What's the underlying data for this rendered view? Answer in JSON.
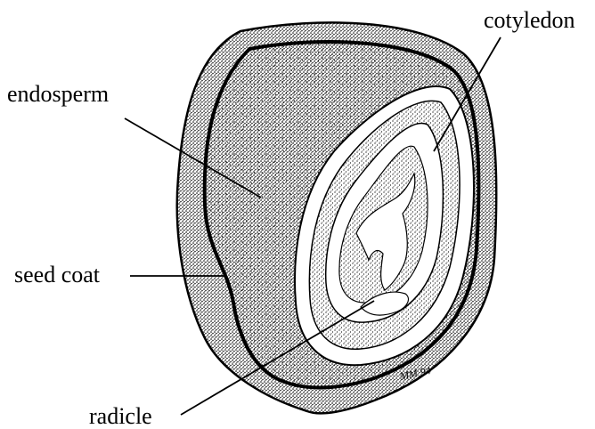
{
  "labels": {
    "cotyledon": "cotyledon",
    "endosperm": "endosperm",
    "seed_coat": "seed coat",
    "radicle": "radicle"
  },
  "signature": "MM 94",
  "colors": {
    "ink": "#000000",
    "paper": "#ffffff"
  }
}
